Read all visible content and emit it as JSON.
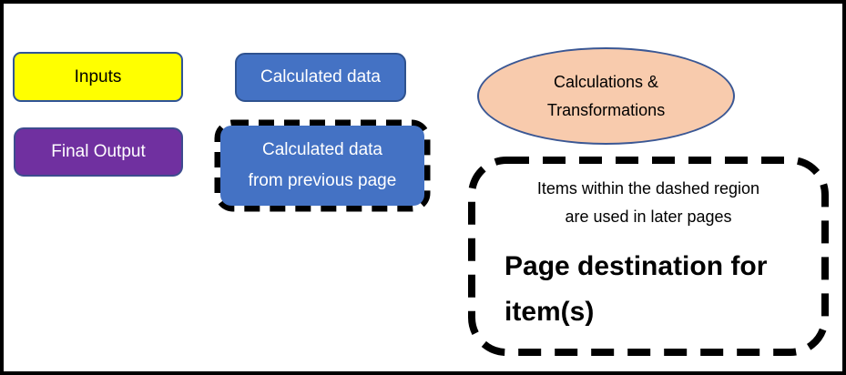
{
  "legend": {
    "inputs": {
      "label": "Inputs",
      "fill": "#FFFF00"
    },
    "calculated_data": {
      "label": "Calculated data",
      "fill": "#4472C4"
    },
    "final_output": {
      "label": "Final Output",
      "fill": "#7030A0"
    },
    "calculated_data_previous": {
      "label_line1": "Calculated data",
      "label_line2": "from previous page",
      "fill": "#4472C4"
    },
    "calculations_transformations": {
      "label_line1": "Calculations &",
      "label_line2": "Transformations",
      "fill": "#F8CBAD"
    },
    "dashed_region": {
      "note_line1": "Items within the dashed region",
      "note_line2": "are used in later pages",
      "title_line1": "Page destination for",
      "title_line2": "item(s)"
    }
  },
  "colors": {
    "input_fill": "#FFFF00",
    "calculated_fill": "#4472C4",
    "final_output_fill": "#7030A0",
    "ellipse_fill": "#F8CBAD",
    "shape_border_blue": "#2F5496",
    "dash_color": "#000000",
    "outer_border": "#000000"
  }
}
